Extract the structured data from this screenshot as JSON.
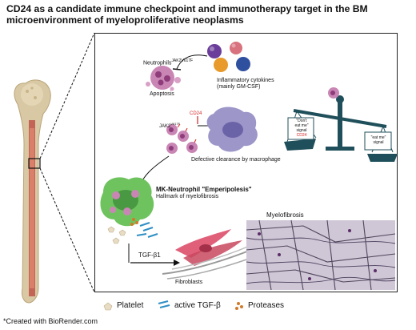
{
  "title": "CD24 as a candidate immune checkpoint and immunotherapy target in the BM microenvironment of myeloproliferative neoplasms",
  "labels": {
    "neutrophils": "Neutrophils",
    "neutrophils_sup": "JAK2V617F",
    "apoptosis": "Apoptosis",
    "cytokines_line1": "Inflammatory cytokines",
    "cytokines_line2": "(mainly GM-CSF)",
    "cd24": "CD24",
    "jak2": "JAK2",
    "jak2_sup": "V617F",
    "defective_clearance": "Defective clearance by macrophage",
    "dont_eat_line1": "\"Don't",
    "dont_eat_line2": "eat me\"",
    "dont_eat_line3": "signal",
    "dont_eat_cd24": "CD24",
    "eat_me_line1": "\"eat me\"",
    "eat_me_line2": "signal",
    "mk_title": "MK-Neutrophil \"Emperipolesis\"",
    "mk_subtitle": "Hallmark of myelofibrosis",
    "tgf": "TGF-β1",
    "fibroblasts": "Fibroblasts",
    "myelofibrosis": "Myelofibrosis"
  },
  "legend": {
    "platelet": "Platelet",
    "active_tgf": "active TGF-β",
    "proteases": "Proteases"
  },
  "credit": "*Created with BioRender.com",
  "colors": {
    "cytokine_purple": "#6a3d9a",
    "cytokine_pink": "#d9727f",
    "cytokine_orange": "#e89a2a",
    "cytokine_blue": "#2f4f9f",
    "neutrophil": "#c986b5",
    "macrophage": "#9c96c9",
    "megakaryocyte": "#6fc35f",
    "cd24_red": "#d42020",
    "scale": "#1f4f5a",
    "tgf_blue": "#2e8fc4",
    "fibroblast": "#e0607a"
  },
  "icons": [
    "femur-bone-icon",
    "cytokine-cluster-icon",
    "apoptotic-neutrophil-icon",
    "neutrophil-icon",
    "macrophage-icon",
    "balance-scale-icon",
    "megakaryocyte-icon",
    "platelet-icon",
    "tgf-beta-icon",
    "protease-icon",
    "fibroblast-icon",
    "myelofibrosis-histology-image"
  ]
}
